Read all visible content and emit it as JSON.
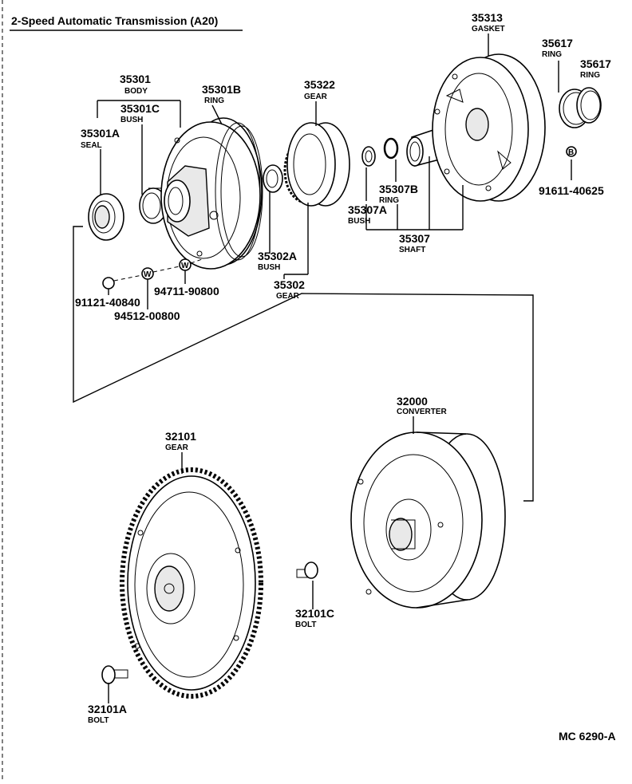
{
  "title": "2-Speed Automatic Transmission (A20)",
  "figure_code": "MC 6290-A",
  "parts": {
    "p35301": {
      "number": "35301",
      "name": "BODY"
    },
    "p35301C": {
      "number": "35301C",
      "name": "BUSH"
    },
    "p35301A": {
      "number": "35301A",
      "name": "SEAL"
    },
    "p35301B": {
      "number": "35301B",
      "name": "RING"
    },
    "p35322": {
      "number": "35322",
      "name": "GEAR"
    },
    "p35302A": {
      "number": "35302A",
      "name": "BUSH"
    },
    "p35302": {
      "number": "35302",
      "name": "GEAR"
    },
    "p35313": {
      "number": "35313",
      "name": "GASKET"
    },
    "p35617a": {
      "number": "35617",
      "name": "RING"
    },
    "p35617b": {
      "number": "35617",
      "name": "RING"
    },
    "p35307B": {
      "number": "35307B",
      "name": "RING"
    },
    "p35307A": {
      "number": "35307A",
      "name": "BUSH"
    },
    "p35307": {
      "number": "35307",
      "name": "SHAFT"
    },
    "p32000": {
      "number": "32000",
      "name": "CONVERTER"
    },
    "p32101": {
      "number": "32101",
      "name": "GEAR"
    },
    "p32101C": {
      "number": "32101C",
      "name": "BOLT"
    },
    "p32101A": {
      "number": "32101A",
      "name": "BOLT"
    }
  },
  "fasteners": {
    "f91611": "91611-40625",
    "f91121": "91121-40840",
    "f94711": "94711-90800",
    "f94512": "94512-00800"
  },
  "symbols": {
    "bolt_symbol": "B",
    "washer_symbol": "W",
    "washer_symbol2": "W"
  }
}
